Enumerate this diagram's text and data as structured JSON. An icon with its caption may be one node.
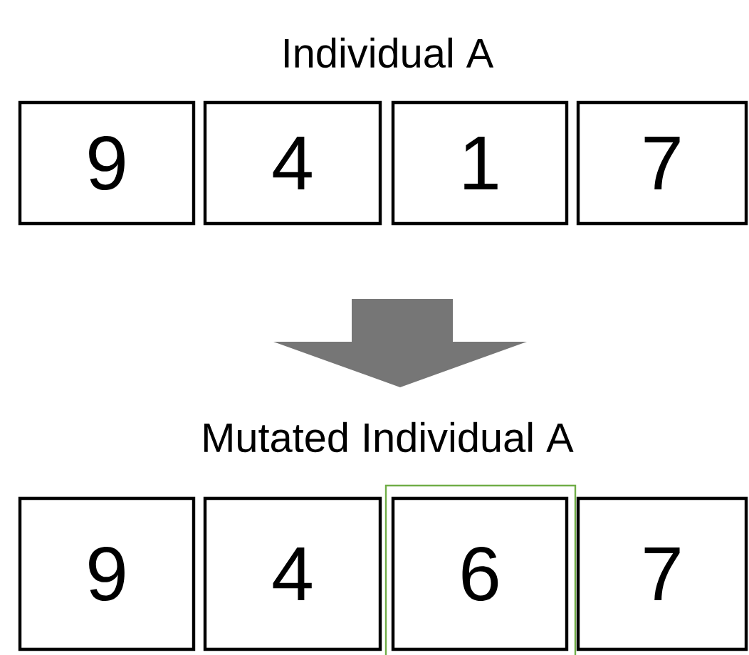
{
  "diagram": {
    "nodes": [
      {
        "text": [
          "9"
        ]
      },
      {
        "text": [
          "4"
        ]
      },
      {
        "text": [
          "1"
        ]
      },
      {
        "text": [
          "7"
        ]
      },
      {
        "text": [
          "9"
        ]
      },
      {
        "text": [
          "4"
        ]
      },
      {
        "text": [
          "6"
        ]
      },
      {
        "text": [
          "7"
        ]
      }
    ],
    "labels": [
      "Individual A",
      "Mutated Individual A"
    ]
  }
}
